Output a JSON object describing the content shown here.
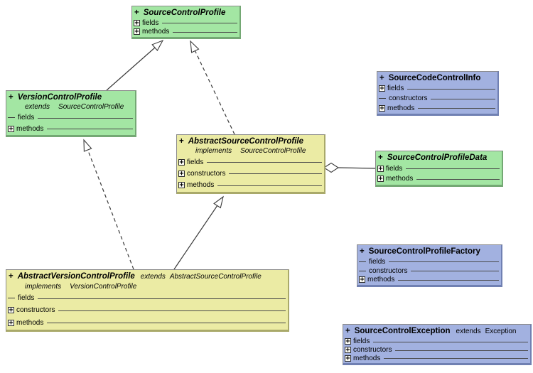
{
  "icons": {
    "expand": "+"
  },
  "colors": {
    "interface_green": "#a3e6a3",
    "abstract_yellow": "#ebeba4",
    "class_blue": "#a2b1e0",
    "connector_line": "#3a3a3a"
  },
  "classes": [
    {
      "id": "source-control-profile",
      "color": "green",
      "prefix": "+",
      "name": "SourceControlProfile",
      "name_italic": true,
      "subtitles": [],
      "rows": [
        {
          "label": "fields",
          "expandable": true
        },
        {
          "label": "methods",
          "expandable": true
        }
      ]
    },
    {
      "id": "version-control-profile",
      "color": "green",
      "prefix": "+",
      "name": "VersionControlProfile",
      "name_italic": true,
      "subtitles": [
        {
          "keyword": "extends",
          "type": "SourceControlProfile",
          "italic": true
        }
      ],
      "rows": [
        {
          "label": "fields",
          "expandable": false
        },
        {
          "label": "methods",
          "expandable": true
        }
      ]
    },
    {
      "id": "abstract-source-control-profile",
      "color": "yellow",
      "prefix": "+",
      "name": "AbstractSourceControlProfile",
      "name_italic": true,
      "subtitles": [
        {
          "keyword": "implements",
          "type": "SourceControlProfile",
          "italic": true
        }
      ],
      "rows": [
        {
          "label": "fields",
          "expandable": true
        },
        {
          "label": "constructors",
          "expandable": true
        },
        {
          "label": "methods",
          "expandable": true
        }
      ]
    },
    {
      "id": "source-code-control-info",
      "color": "blue",
      "prefix": "+",
      "name": "SourceCodeControlInfo",
      "name_italic": false,
      "subtitles": [],
      "rows": [
        {
          "label": "fields",
          "expandable": true
        },
        {
          "label": "constructors",
          "expandable": false
        },
        {
          "label": "methods",
          "expandable": true
        }
      ]
    },
    {
      "id": "source-control-profile-data",
      "color": "green",
      "prefix": "+",
      "name": "SourceControlProfileData",
      "name_italic": true,
      "subtitles": [],
      "rows": [
        {
          "label": "fields",
          "expandable": true
        },
        {
          "label": "methods",
          "expandable": true
        }
      ]
    },
    {
      "id": "abstract-version-control-profile",
      "color": "yellow",
      "prefix": "+",
      "name": "AbstractVersionControlProfile",
      "name_italic": true,
      "title_suffix": {
        "keyword": "extends",
        "type": "AbstractSourceControlProfile",
        "italic": true
      },
      "subtitles": [
        {
          "keyword": "implements",
          "type": "VersionControlProfile",
          "italic": true
        }
      ],
      "rows": [
        {
          "label": "fields",
          "expandable": false
        },
        {
          "label": "constructors",
          "expandable": true
        },
        {
          "label": "methods",
          "expandable": true
        }
      ]
    },
    {
      "id": "source-control-profile-factory",
      "color": "blue",
      "prefix": "+",
      "name": "SourceControlProfileFactory",
      "name_italic": false,
      "subtitles": [],
      "rows": [
        {
          "label": "fields",
          "expandable": false
        },
        {
          "label": "constructors",
          "expandable": false
        },
        {
          "label": "methods",
          "expandable": true
        }
      ]
    },
    {
      "id": "source-control-exception",
      "color": "blue",
      "prefix": "+",
      "name": "SourceControlException",
      "name_italic": false,
      "title_suffix": {
        "keyword": "extends",
        "type": "Exception",
        "italic": false
      },
      "subtitles": [],
      "rows": [
        {
          "label": "fields",
          "expandable": true
        },
        {
          "label": "constructors",
          "expandable": true
        },
        {
          "label": "methods",
          "expandable": true
        }
      ]
    }
  ],
  "relationships": [
    {
      "type": "generalization",
      "from": "VersionControlProfile",
      "to": "SourceControlProfile",
      "line_style": "solid"
    },
    {
      "type": "realization",
      "from": "AbstractSourceControlProfile",
      "to": "SourceControlProfile",
      "line_style": "dashed"
    },
    {
      "type": "realization",
      "from": "AbstractVersionControlProfile",
      "to": "VersionControlProfile",
      "line_style": "dashed"
    },
    {
      "type": "generalization",
      "from": "AbstractVersionControlProfile",
      "to": "AbstractSourceControlProfile",
      "line_style": "solid"
    },
    {
      "type": "aggregation",
      "from": "AbstractSourceControlProfile",
      "to": "SourceControlProfileData",
      "line_style": "solid"
    }
  ]
}
